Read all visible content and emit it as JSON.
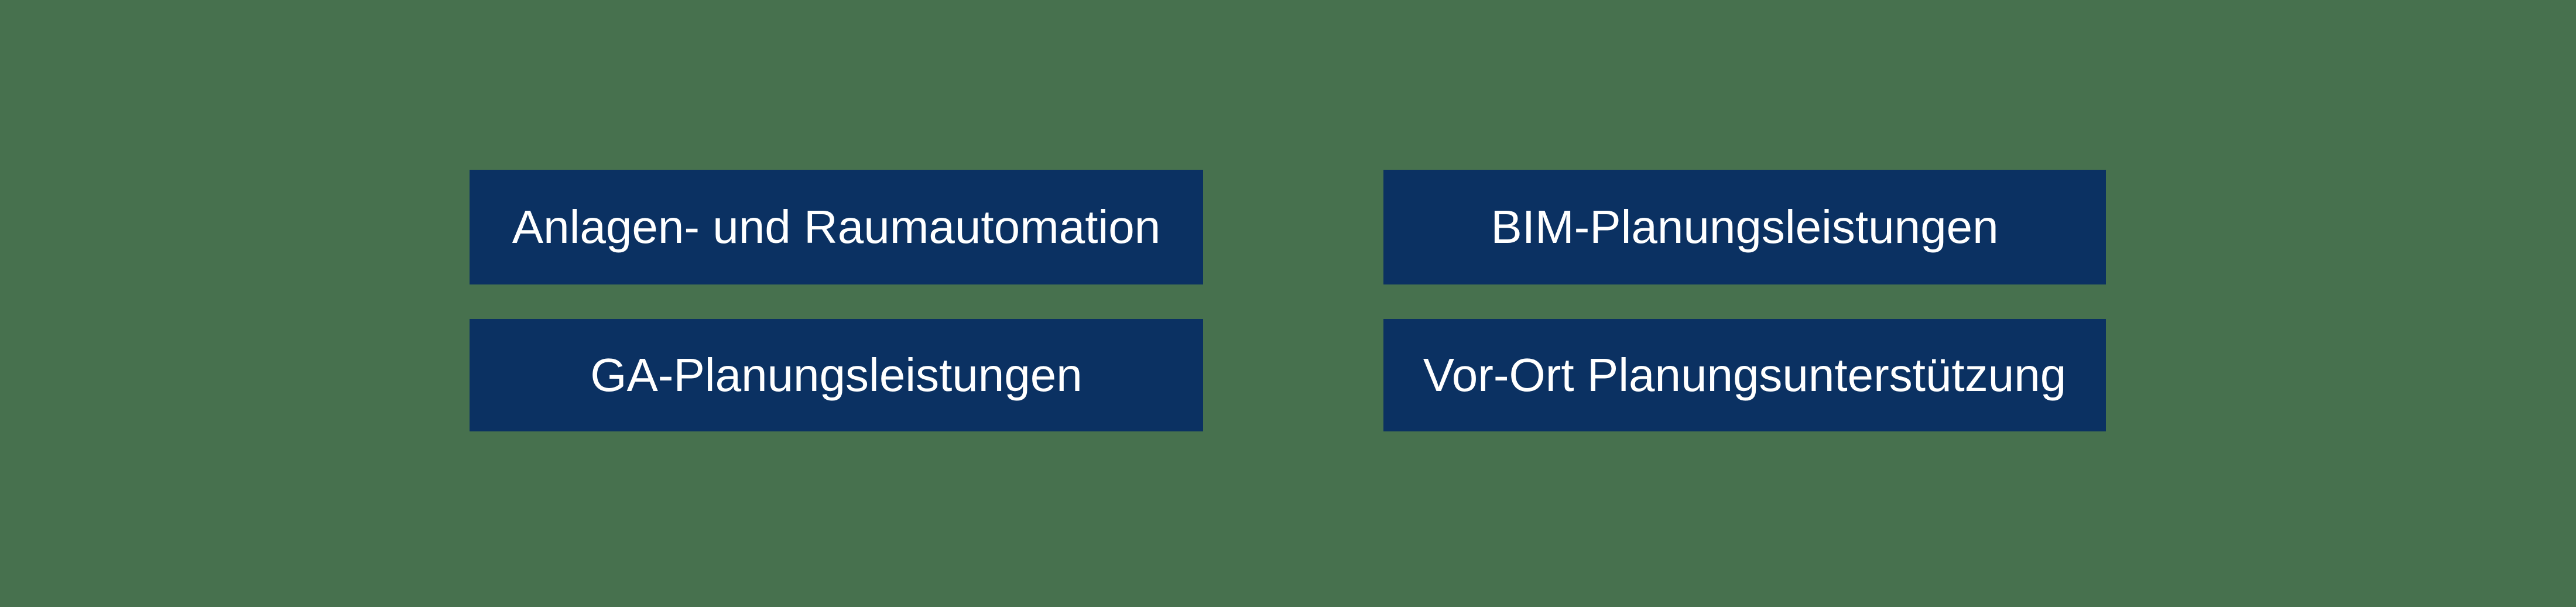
{
  "page": {
    "background_color": "#47714E"
  },
  "colors": {
    "page_background": "#47714E",
    "button_background": "#0B3162",
    "button_text": "#FFFFFF"
  },
  "buttons": [
    {
      "id": "anlagen-und-raumautomation",
      "label": "Anlagen- und Raumautomation"
    },
    {
      "id": "bim-planungsleistungen",
      "label": "BIM-Planungsleistungen"
    },
    {
      "id": "ga-planungsleistungen",
      "label": "GA-Planungsleistungen"
    },
    {
      "id": "vor-ort-planungsunterstuetzung",
      "label": "Vor-Ort Planungsunterstützung"
    }
  ]
}
